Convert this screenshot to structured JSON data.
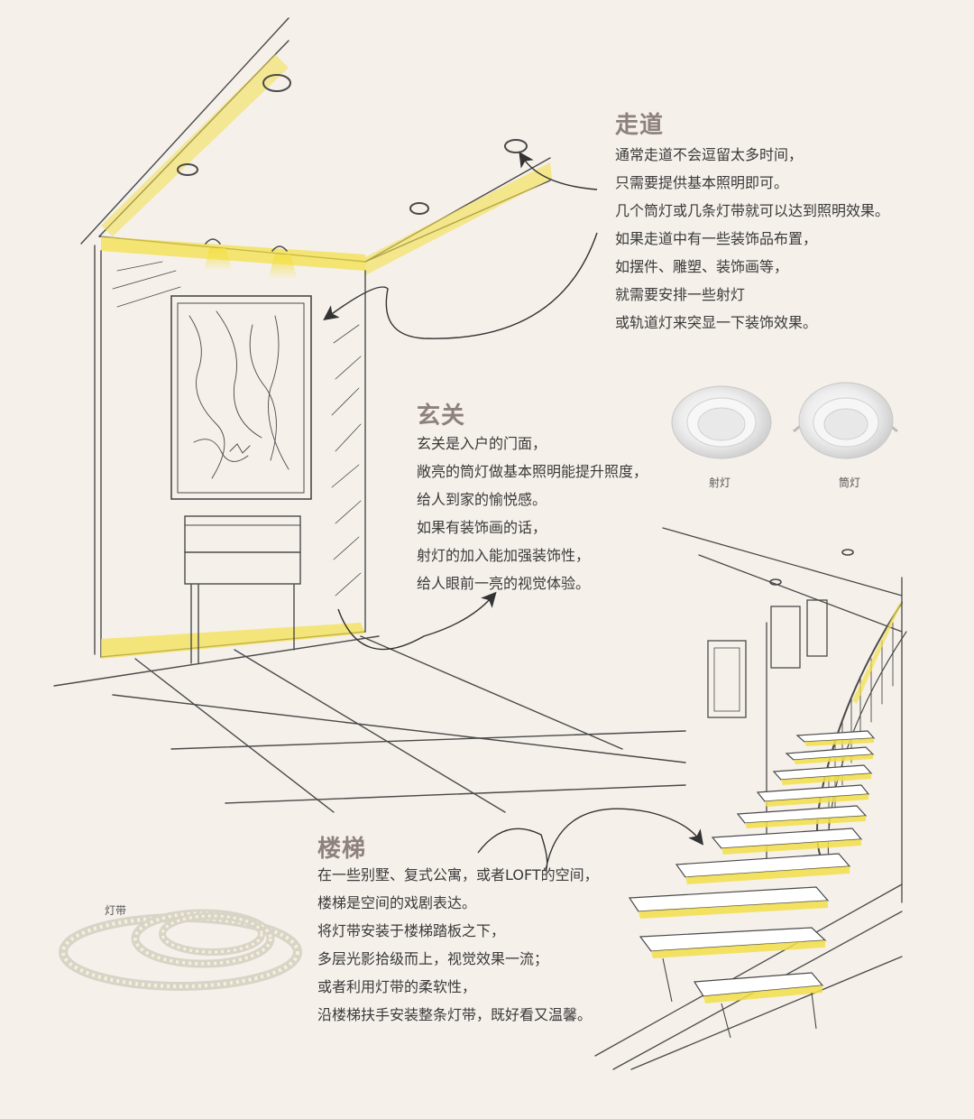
{
  "sections": {
    "corridor": {
      "title": "走道",
      "lines": [
        "通常走道不会逗留太多时间，",
        "只需要提供基本照明即可。",
        "几个筒灯或几条灯带就可以达到照明效果。",
        "如果走道中有一些装饰品布置，",
        "如摆件、雕塑、装饰画等，",
        "就需要安排一些射灯",
        "或轨道灯来突显一下装饰效果。"
      ]
    },
    "entrance": {
      "title": "玄关",
      "lines": [
        "玄关是入户的门面，",
        "敞亮的筒灯做基本照明能提升照度，",
        "给人到家的愉悦感。",
        "如果有装饰画的话，",
        "射灯的加入能加强装饰性，",
        "给人眼前一亮的视觉体验。"
      ]
    },
    "stairs": {
      "title": "楼梯",
      "lines": [
        "在一些别墅、复式公寓，或者LOFT的空间，",
        "楼梯是空间的戏剧表达。",
        "将灯带安装于楼梯踏板之下，",
        "多层光影拾级而上，视觉效果一流；",
        "或者利用灯带的柔软性，",
        "沿楼梯扶手安装整条灯带，既好看又温馨。"
      ]
    }
  },
  "products": {
    "spotlight_label": "射灯",
    "downlight_label": "筒灯",
    "ledstrip_label": "灯带"
  },
  "colors": {
    "background": "#f5f0ea",
    "title": "#8e817b",
    "body_text": "#3a3a3a",
    "light_glow": "#f3e04a",
    "sketch_line": "#4a4a4a"
  }
}
